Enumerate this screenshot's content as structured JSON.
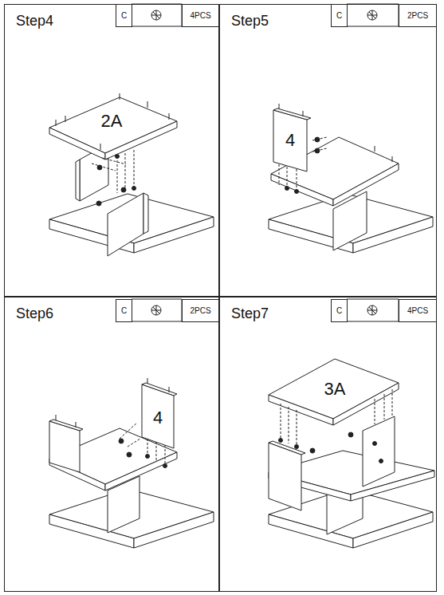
{
  "diagram": {
    "nodes": [
      {
        "text": [
          "Step4"
        ]
      },
      {
        "text": [
          "Step5"
        ]
      },
      {
        "text": [
          "Step6"
        ]
      },
      {
        "text": [
          "Step7"
        ]
      }
    ],
    "labels": [
      "C",
      "4PCS",
      "2A",
      "C",
      "2PCS",
      "4",
      "C",
      "2PCS",
      "4",
      "C",
      "4PCS",
      "3A"
    ]
  }
}
